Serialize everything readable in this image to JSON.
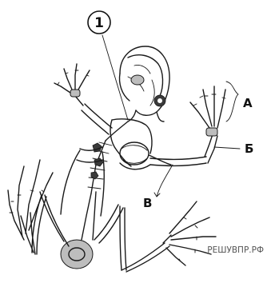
{
  "labels": {
    "marker_1": "1",
    "label_a": "А",
    "label_b": "Б",
    "label_v": "В"
  },
  "watermark": "РЕШУВПР.РФ"
}
